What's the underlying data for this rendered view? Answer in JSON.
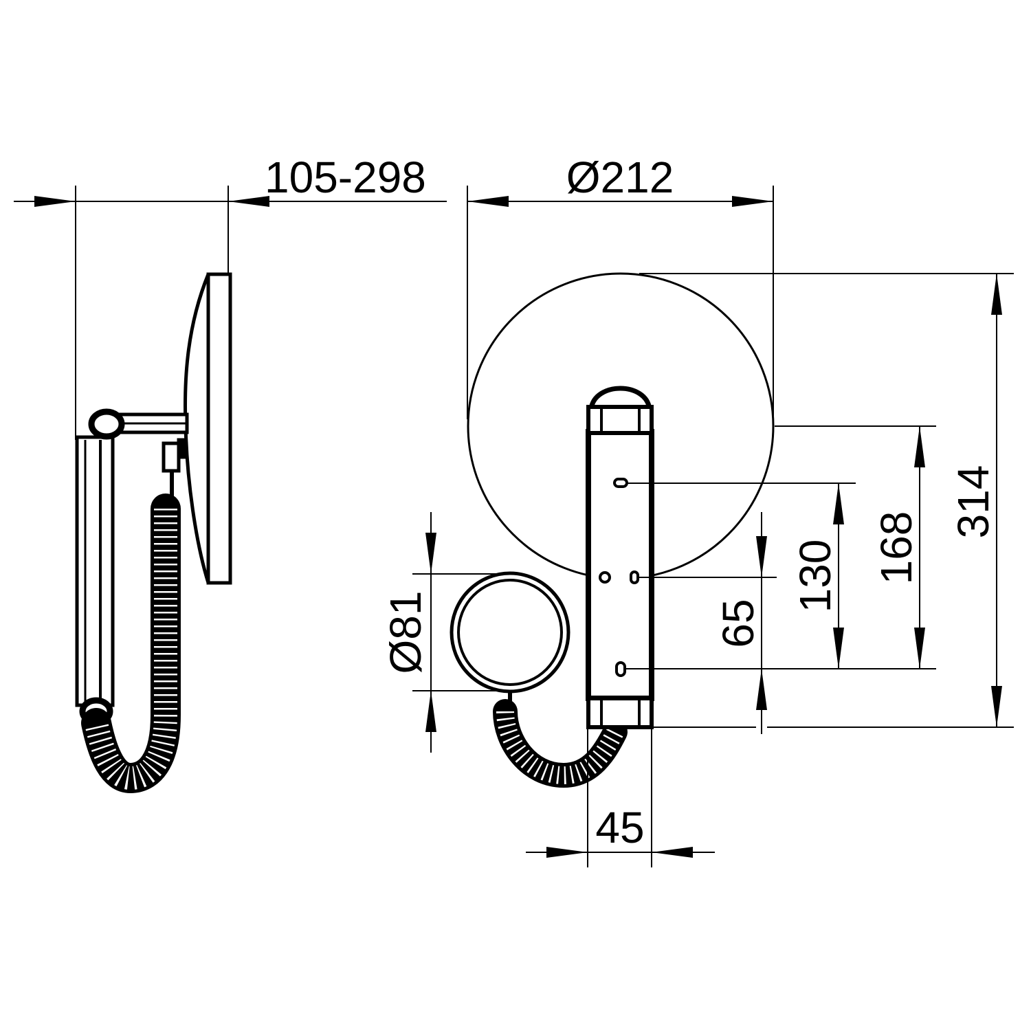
{
  "dimensions": {
    "projection_range": "105-298",
    "mirror_diameter": "Ø212",
    "total_height": "314",
    "height_168": "168",
    "hole_spacing_130": "130",
    "hole_offset_65": "65",
    "small_mirror_diameter": "Ø81",
    "plate_width": "45"
  },
  "colors": {
    "line": "#000000",
    "background": "#ffffff"
  }
}
